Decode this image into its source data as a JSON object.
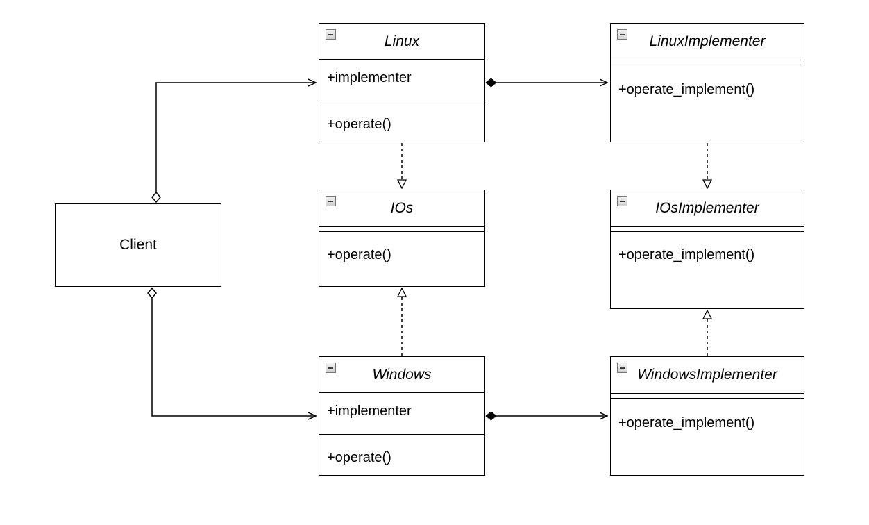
{
  "client": {
    "label": "Client"
  },
  "classes": {
    "linux": {
      "name": "Linux",
      "attribute": "+implementer",
      "operation": "+operate()"
    },
    "ios": {
      "name": "IOs",
      "operation": "+operate()"
    },
    "windows": {
      "name": "Windows",
      "attribute": "+implementer",
      "operation": "+operate()"
    },
    "linux_implementer": {
      "name": "LinuxImplementer",
      "operation": "+operate_implement()"
    },
    "ios_implementer": {
      "name": "IOsImplementer",
      "operation": "+operate_implement()"
    },
    "windows_implementer": {
      "name": "WindowsImplementer",
      "operation": "+operate_implement()"
    }
  },
  "icons": {
    "collapse": "minus-icon"
  }
}
